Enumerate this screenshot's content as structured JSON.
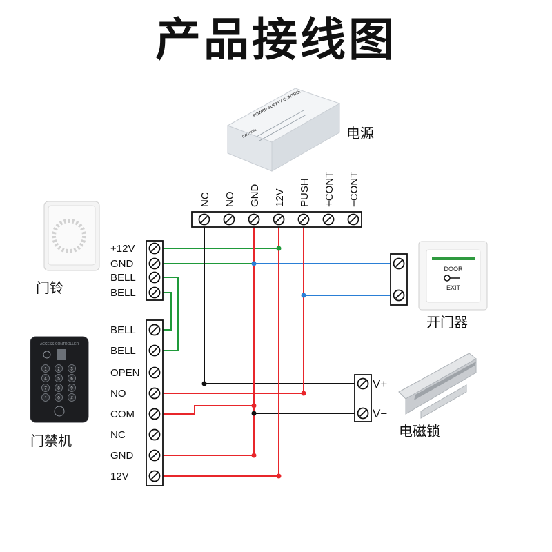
{
  "title": "产品接线图",
  "captions": {
    "power_supply": "电源",
    "door_bell": "门铃",
    "exit_button": "开门器",
    "access_controller": "门禁机",
    "magnetic_lock": "电磁锁"
  },
  "power_terminals": [
    "NC",
    "NO",
    "GND",
    "12V",
    "PUSH",
    "+CONT",
    "−CONT"
  ],
  "bell_terminals": [
    "+12V",
    "GND",
    "BELL",
    "BELL"
  ],
  "controller_terminals": [
    "BELL",
    "BELL",
    "OPEN",
    "NO",
    "COM",
    "NC",
    "GND",
    "12V"
  ],
  "lock_terminals": [
    "V+",
    "V−"
  ],
  "device_text": {
    "psu_label": "POWER SUPPLY CONTROL",
    "psu_caution": "CAUTION",
    "exit_door": "DOOR",
    "exit_exit": "EXIT",
    "keypad_header": "ACCESS CONTROLLER",
    "keypad_keys": [
      "1",
      "2",
      "3",
      "4",
      "5",
      "6",
      "7",
      "8",
      "9",
      "*",
      "0",
      "#"
    ]
  },
  "colors": {
    "red_wire": "#e8262b",
    "green_wire": "#1f9a3a",
    "blue_wire": "#2a7fd6",
    "black_wire": "#111111"
  }
}
